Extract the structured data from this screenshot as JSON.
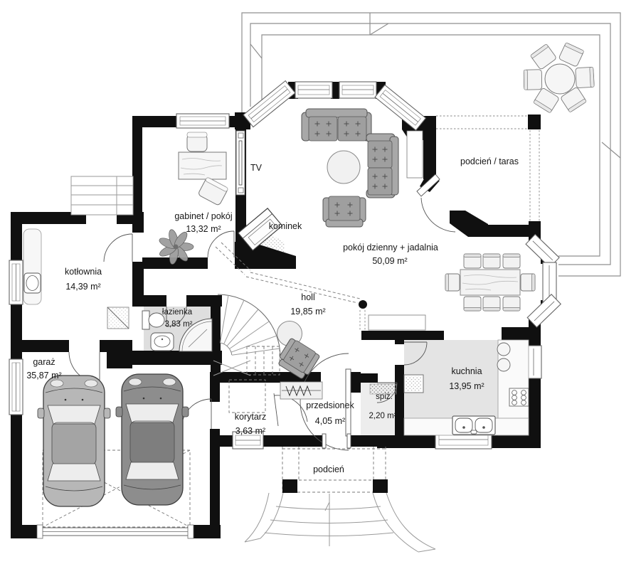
{
  "plan_type": "house-ground-floor-plan",
  "rooms": {
    "gabinet": {
      "name": "gabinet / pokój",
      "area": "13,32 m²"
    },
    "kotlownia": {
      "name": "kotłownia",
      "area": "14,39 m²"
    },
    "lazienka": {
      "name": "łazienka",
      "area": "3,83 m²"
    },
    "holl": {
      "name": "holl",
      "area": "19,85 m²"
    },
    "garaz": {
      "name": "garaż",
      "area": "35,87 m²"
    },
    "korytarz": {
      "name": "korytarz",
      "area": "3,63 m²"
    },
    "przedsionek": {
      "name": "przedsionek",
      "area": "4,05 m²"
    },
    "spiz": {
      "name": "spiż.",
      "area": "2,20 m²"
    },
    "kuchnia": {
      "name": "kuchnia",
      "area": "13,95 m²"
    },
    "pokoj_dzienny": {
      "name": "pokój dzienny + jadalnia",
      "area": "50,09 m²"
    },
    "podcien_taras": {
      "name": "podcień / taras"
    },
    "podcien": {
      "name": "podcień"
    }
  },
  "annotations": {
    "tv": "TV",
    "kominek": "kominek"
  },
  "colors": {
    "wall": "#101010",
    "room_tint": "#e3e3e3",
    "furniture_gray": "#a8a8a8"
  }
}
